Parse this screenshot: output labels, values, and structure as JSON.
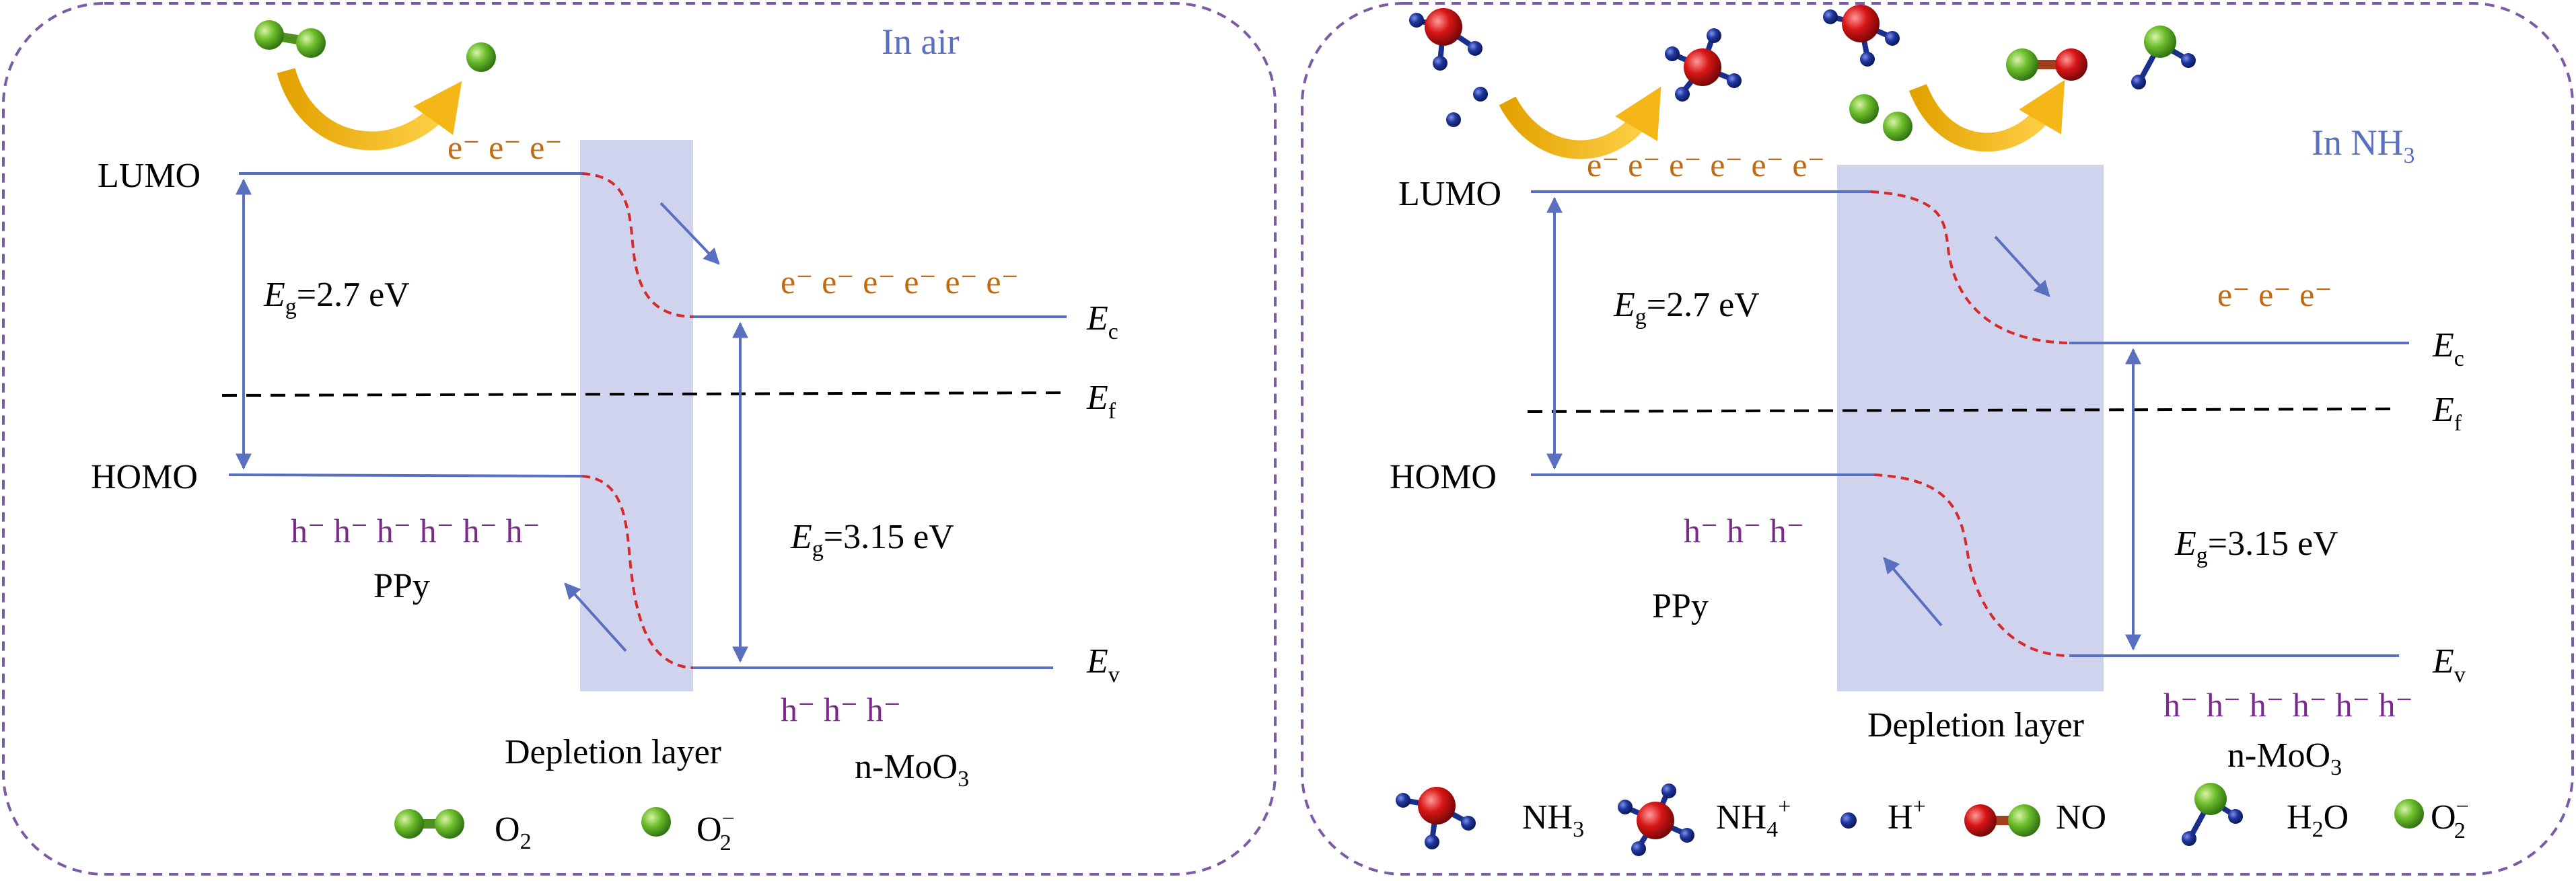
{
  "panels": {
    "air": {
      "title": "In air",
      "lumo": "LUMO",
      "homo": "HOMO",
      "eg_ppy_prefix": "E",
      "eg_ppy_sub": "g",
      "eg_ppy_value": "=2.7 eV",
      "eg_moo3_prefix": "E",
      "eg_moo3_sub": "g",
      "eg_moo3_value": "=3.15 eV",
      "ec_main": "E",
      "ec_sub": "c",
      "ef_main": "E",
      "ef_sub": "f",
      "ev_main": "E",
      "ev_sub": "v",
      "ppy_label": "PPy",
      "depletion": "Depletion layer",
      "moo3_main": "n-MoO",
      "moo3_sub": "3",
      "electrons_ppy": "e⁻ e⁻ e⁻",
      "electrons_moo3": "e⁻ e⁻ e⁻ e⁻ e⁻ e⁻",
      "holes_ppy": "h⁻ h⁻ h⁻ h⁻ h⁻ h⁻",
      "holes_moo3": "h⁻ h⁻ h⁻",
      "legend": {
        "o2_main": "O",
        "o2_sub": "2",
        "o2minus_main": "O",
        "o2minus_sub": "2",
        "o2minus_sup": "−"
      }
    },
    "nh3": {
      "title_main": "In NH",
      "title_sub": "3",
      "lumo": "LUMO",
      "homo": "HOMO",
      "eg_ppy_prefix": "E",
      "eg_ppy_sub": "g",
      "eg_ppy_value": "=2.7 eV",
      "eg_moo3_prefix": "E",
      "eg_moo3_sub": "g",
      "eg_moo3_value": "=3.15 eV",
      "ec_main": "E",
      "ec_sub": "c",
      "ef_main": "E",
      "ef_sub": "f",
      "ev_main": "E",
      "ev_sub": "v",
      "ppy_label": "PPy",
      "depletion": "Depletion layer",
      "moo3_main": "n-MoO",
      "moo3_sub": "3",
      "electrons_ppy": "e⁻ e⁻ e⁻ e⁻ e⁻ e⁻",
      "electrons_moo3": "e⁻ e⁻ e⁻",
      "holes_ppy": "h⁻ h⁻ h⁻",
      "holes_moo3": "h⁻ h⁻ h⁻ h⁻ h⁻ h⁻",
      "legend": {
        "nh3_main": "NH",
        "nh3_sub": "3",
        "nh4_main": "NH",
        "nh4_sub": "4",
        "nh4_sup": "+",
        "h_main": "H",
        "h_sup": "+",
        "no": "NO",
        "h2o_main": "H",
        "h2o_sub": "2",
        "h2o_end": "O",
        "o2minus_main": "O",
        "o2minus_sub": "2",
        "o2minus_sup": "−"
      }
    }
  },
  "colors": {
    "frame": "#7b5aa6",
    "band": "#5a6fc0",
    "bend": "#d62a2a",
    "electron": "#c06a12",
    "hole": "#7a2a8a",
    "title": "#5a6fc0",
    "depletion": "#cfd3ee",
    "o2": "#62b02a",
    "red_atom": "#d11818",
    "blue_atom": "#1a2f8c",
    "arrow_gold": "#f2b418"
  },
  "icons": [
    "o2-molecule-icon",
    "o2-minus-icon",
    "nh3-molecule-icon",
    "nh4-ion-icon",
    "h-plus-icon",
    "no-molecule-icon",
    "h2o-molecule-icon",
    "curved-arrow-icon"
  ]
}
